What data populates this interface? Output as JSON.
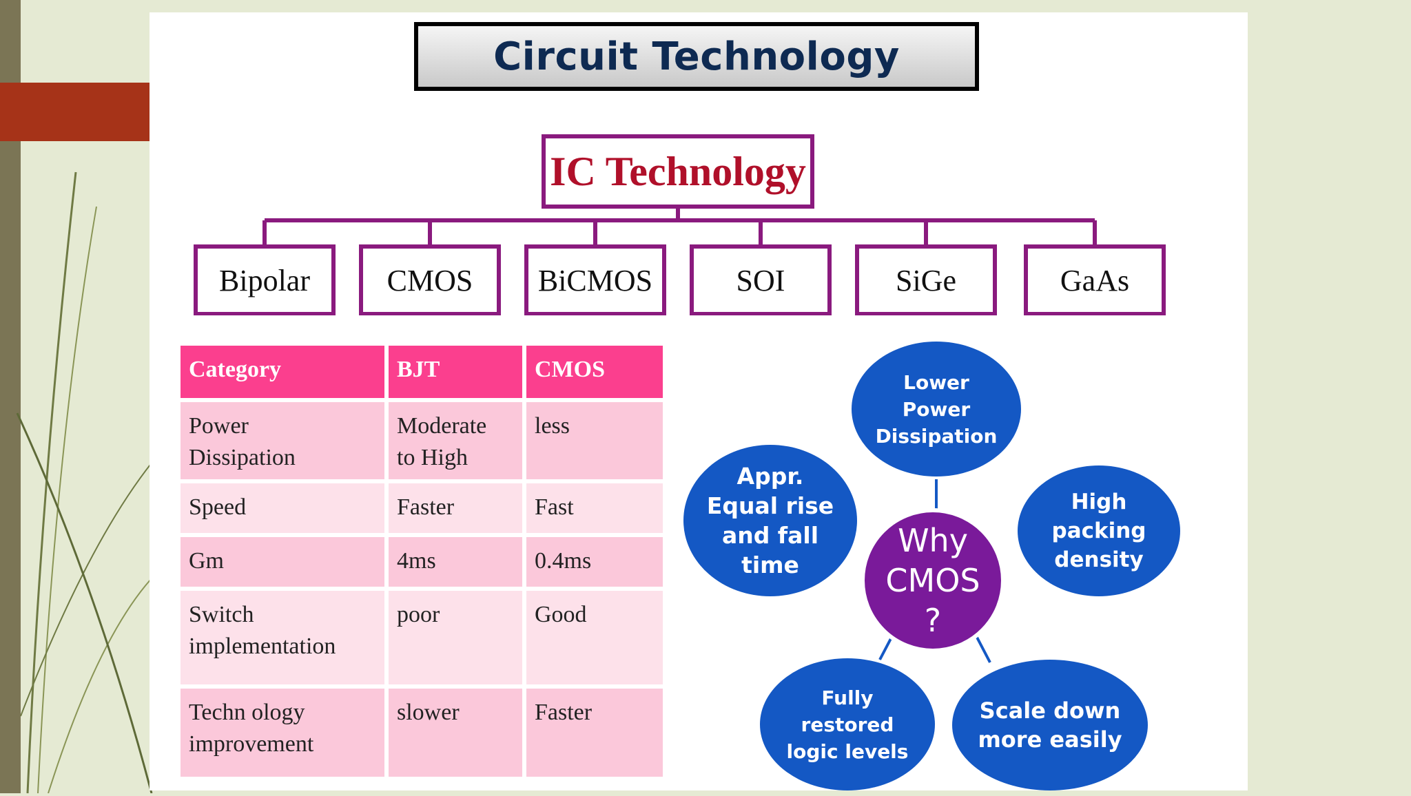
{
  "slide": {
    "title": "Circuit Technology"
  },
  "tree": {
    "root": "IC Technology",
    "children": [
      "Bipolar",
      "CMOS",
      "BiCMOS",
      "SOI",
      "SiGe",
      "GaAs"
    ]
  },
  "comparison_table": {
    "headers": [
      "Category",
      "BJT",
      "CMOS"
    ],
    "rows": [
      [
        "Power\nDissipation",
        "Moderate\nto High",
        "less"
      ],
      [
        "Speed",
        "Faster",
        "Fast"
      ],
      [
        "Gm",
        "4ms",
        "0.4ms"
      ],
      [
        "Switch\nimplementation",
        "poor",
        "Good"
      ],
      [
        "Techn ology\nimprovement",
        "slower",
        "Faster"
      ]
    ]
  },
  "why_cmos": {
    "center": "Why\nCMOS\n?",
    "top": "Lower\nPower\nDissipation",
    "left": "Appr.\nEqual rise\nand fall\ntime",
    "right": "High\npacking\ndensity",
    "bottom_left": "Fully\nrestored\nlogic levels",
    "bottom_right": "Scale down\nmore easily"
  },
  "colors": {
    "title_text": "#0e2a52",
    "root_text": "#b0102a",
    "box_border": "#8a1a7e",
    "table_header": "#fb3f8e",
    "table_row_dark": "#fbc8da",
    "table_row_light": "#fde1ea",
    "bubble_blue": "#1458c4",
    "bubble_center": "#7a1a9a",
    "accent_bar": "#a63318"
  }
}
